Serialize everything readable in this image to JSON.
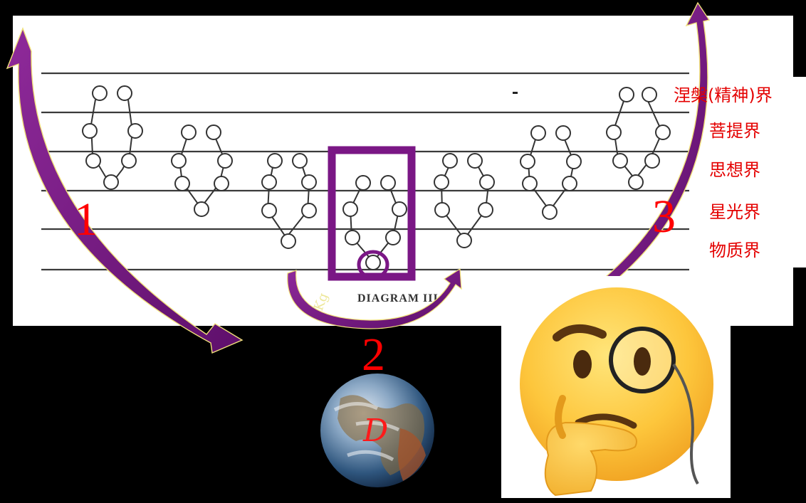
{
  "diagram": {
    "caption": "DIAGRAM III",
    "numbers": [
      "1",
      "2",
      "3"
    ],
    "planes": [
      "涅槃(精神)界",
      "菩提界",
      "思想界",
      "星光界",
      "物质界"
    ],
    "earth_label": "D"
  },
  "colors": {
    "background": "#000000",
    "paper": "#ffffff",
    "accent_purple": "#7a1785",
    "text_red": "#e40000",
    "arrow_outline": "#f0e07a"
  }
}
